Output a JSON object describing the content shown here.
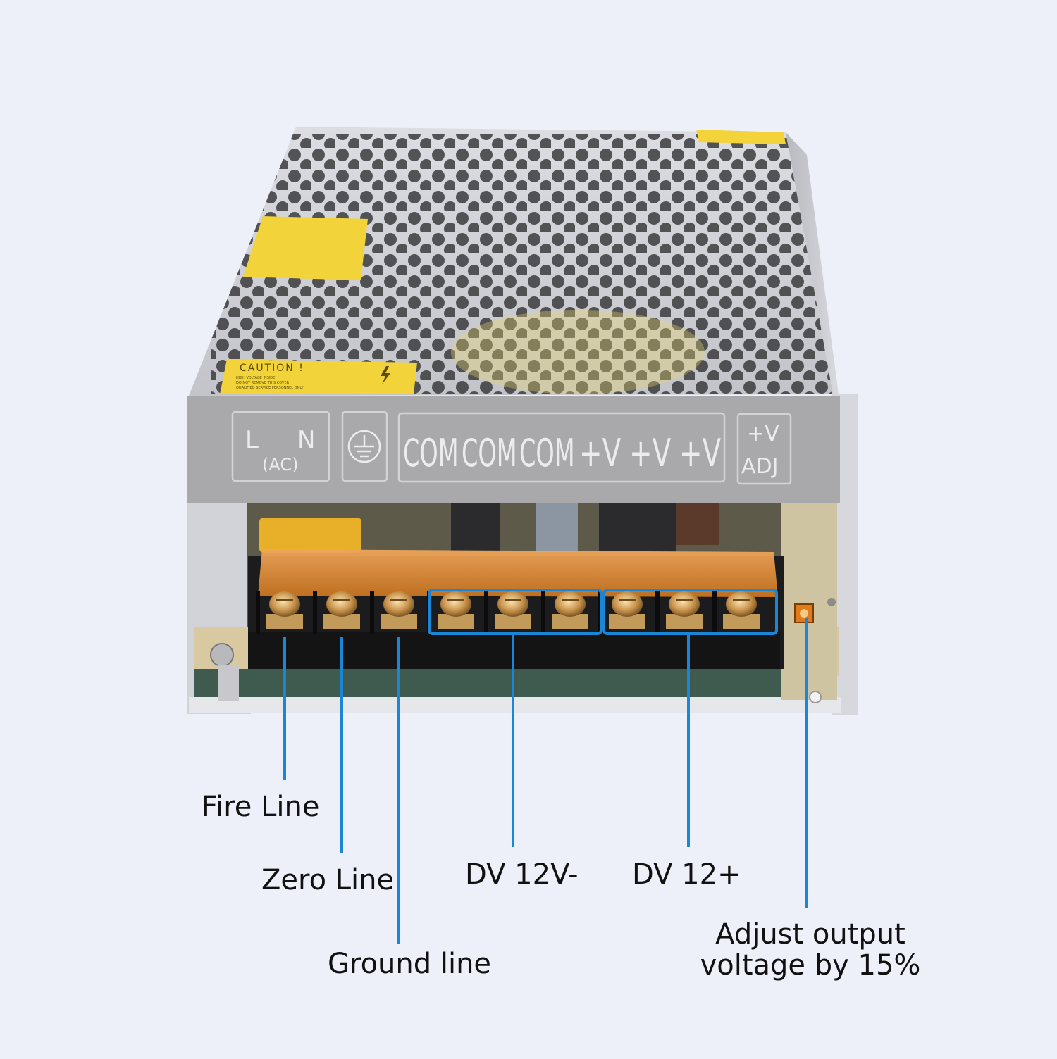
{
  "panel_labels": {
    "l": "L",
    "n": "N",
    "ac": "(AC)",
    "com_1": "COM",
    "com_2": "COM",
    "com_3": "COM",
    "v_1": "+V",
    "v_2": "+V",
    "v_3": "+V",
    "adj_top": "+V",
    "adj_bottom": "ADJ"
  },
  "caution_sticker": {
    "title": "CAUTION !",
    "line_1": "HIGH VOLTAGE INSIDE",
    "line_2": "DO NOT REMOVE THIS COVER",
    "line_3": "QUALIFIED SERVICE PERSONNEL ONLY"
  },
  "callouts": {
    "fire_line": "Fire Line",
    "zero_line": "Zero Line",
    "ground_line": "Ground line",
    "dv_minus": "DV 12V-",
    "dv_plus": "DV 12+",
    "adjust_line_1": "Adjust output",
    "adjust_line_2": "voltage by 15%"
  },
  "colors": {
    "background": "#eef0f9",
    "callout_line": "#1a86d8",
    "chassis": "#c9cacf",
    "panel": "#a9a9ab",
    "terminal_block": "#1a1a1a",
    "cover": "#e0903a",
    "sticker": "#f2d33a"
  }
}
